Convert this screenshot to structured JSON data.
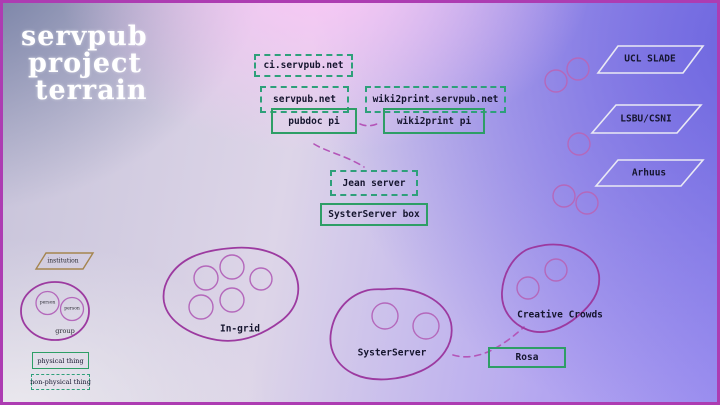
{
  "title": {
    "lines": [
      "servpub",
      "project",
      "terrain"
    ]
  },
  "nodes": {
    "ci_domain": {
      "label": "ci.servpub.net",
      "type": "non-physical"
    },
    "servpub_domain": {
      "label": "servpub.net",
      "type": "non-physical"
    },
    "wiki2print_domain": {
      "label": "wiki2print.servpub.net",
      "type": "non-physical"
    },
    "pubdoc_pi": {
      "label": "pubdoc pi",
      "type": "physical"
    },
    "wiki2print_pi": {
      "label": "wiki2print pi",
      "type": "physical"
    },
    "jean_server": {
      "label": "Jean server",
      "type": "non-physical"
    },
    "systerserver_box": {
      "label": "SysterServer box",
      "type": "physical"
    },
    "rosa": {
      "label": "Rosa",
      "type": "physical"
    }
  },
  "institutions": [
    {
      "label": "UCL SLADE"
    },
    {
      "label": "LSBU/CSNI"
    },
    {
      "label": "Arhuus"
    }
  ],
  "groups": [
    {
      "label": "In-grid",
      "member_count": 5
    },
    {
      "label": "SysterServer",
      "member_count": 2
    },
    {
      "label": "Creative Crowds",
      "member_count": 2
    }
  ],
  "legend": {
    "institution": "institution",
    "person": "person",
    "group": "group",
    "physical_thing": "physical thing",
    "non_physical_thing": "non-physical thing"
  },
  "colors": {
    "border": "#ad3cb2",
    "green_solid": "#2e9e66",
    "green_dashed": "#2ea07a",
    "blob_purple": "#9c3aa0",
    "member_purple": "#b468bb",
    "connector": "#b455b8",
    "institution_outline": "#e9e9f4",
    "legend_tan": "#a5854f",
    "text": "#15152e",
    "title": "#ffffff"
  }
}
